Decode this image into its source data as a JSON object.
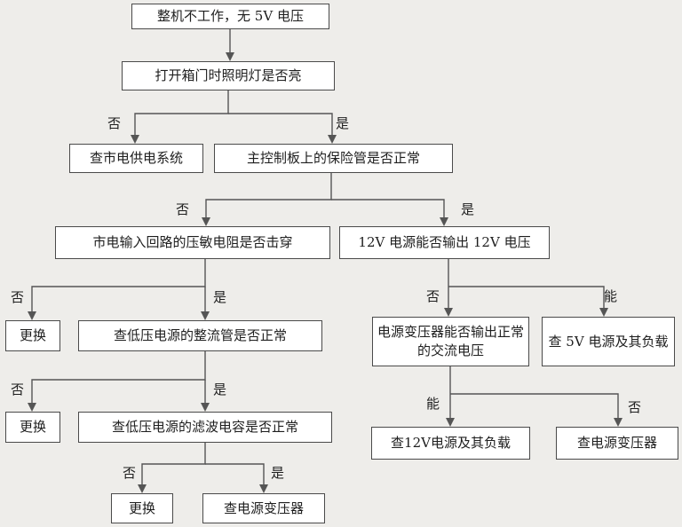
{
  "nodes": {
    "n_start": "整机不工作，无 5V 电压",
    "n_door": "打开箱门时照明灯是否亮",
    "n_mains": "查市电供电系统",
    "n_fuse": "主控制板上的保险管是否正常",
    "n_varistor": "市电输入回路的压敏电阻是否击穿",
    "n_12v": "12V 电源能否输出 12V 电压",
    "n_rep1": "更换",
    "n_rect": "查低压电源的整流管是否正常",
    "n_trans_q": "电源变压器能否输出正常的交流电压",
    "n_5v": "查 5V 电源及其负载",
    "n_rep2": "更换",
    "n_filter": "查低压电源的滤波电容是否正常",
    "n_12v_check": "查12V电源及其负载",
    "n_trans_check": "查电源变压器",
    "n_rep3": "更换",
    "n_trans_check2": "查电源变压器"
  },
  "labels": {
    "l_door_no": "否",
    "l_door_yes": "是",
    "l_fuse_no": "否",
    "l_fuse_yes": "是",
    "l_var_no": "否",
    "l_var_yes": "是",
    "l_12v_no": "否",
    "l_12v_yes": "能",
    "l_rect_no": "否",
    "l_rect_yes": "是",
    "l_trans_yes": "能",
    "l_trans_no": "否",
    "l_filter_no": "否",
    "l_filter_yes": "是"
  },
  "colors": {
    "line": "#555555",
    "box_border": "#4a4a4a",
    "box_fill": "#ffffff",
    "background": "#eeedea"
  }
}
